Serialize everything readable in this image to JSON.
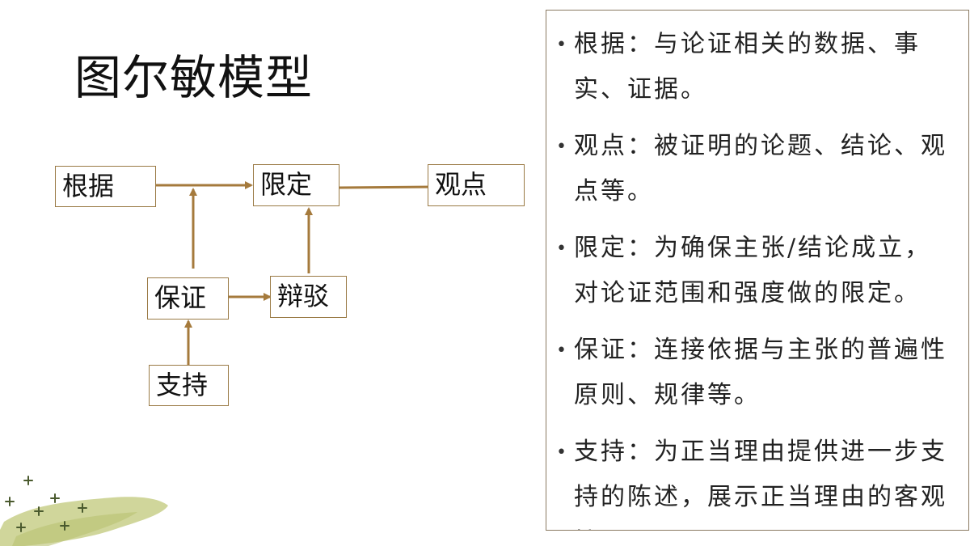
{
  "slide": {
    "title": "图尔敏模型"
  },
  "diagram": {
    "nodes": {
      "grounds": "根据",
      "qualifier": "限定",
      "claim": "观点",
      "warrant": "保证",
      "rebuttal": "辩驳",
      "backing": "支持"
    },
    "connections": [
      {
        "from": "grounds",
        "to": "qualifier"
      },
      {
        "from": "qualifier",
        "to": "claim"
      },
      {
        "from": "warrant",
        "to": "grounds-qualifier-link"
      },
      {
        "from": "warrant",
        "to": "rebuttal"
      },
      {
        "from": "rebuttal",
        "to": "qualifier"
      },
      {
        "from": "backing",
        "to": "warrant"
      }
    ],
    "arrow_color": "#a57a3c",
    "node_border_color": "#9a7a45"
  },
  "definitions": [
    {
      "text": "根据：与论证相关的数据、事实、证据。"
    },
    {
      "text": "观点：被证明的论题、结论、观点等。"
    },
    {
      "text": "限定：为确保主张/结论成立，对论证范围和强度做的限定。"
    },
    {
      "text": "保证：连接依据与主张的普遍性原则、规律等。"
    },
    {
      "text": "支持：为正当理由提供进一步支持的陈述，展示正当理由的客观性。"
    }
  ],
  "decoration": {
    "color": "#c8cf8a",
    "accent": "#4a5a2e"
  }
}
